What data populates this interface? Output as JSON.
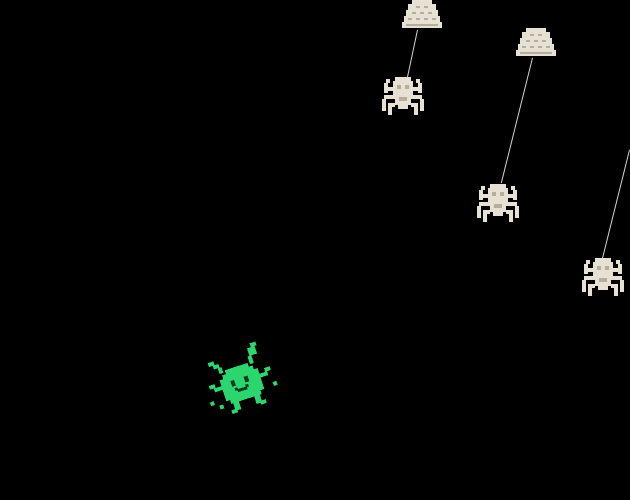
{
  "scene": {
    "background_color": "#000000"
  },
  "player": {
    "sprite": "green-bug-creature",
    "color": "#2bd66f",
    "dark_color": "#0a3d1f"
  },
  "enemies": {
    "sprite": "hanging-spider",
    "anchor_sprite": "web-anchor-block",
    "color": "#e6e1d2",
    "shade_color": "#b5ae9c",
    "thread_color": "#d8d4c6",
    "count": 3
  }
}
